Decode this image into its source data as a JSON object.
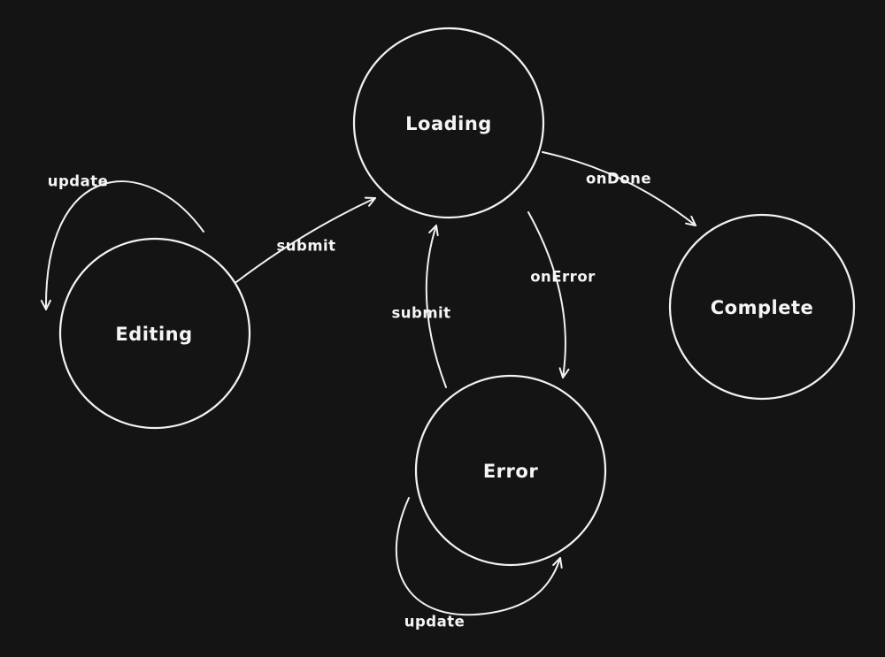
{
  "canvas": {
    "background": "#141414",
    "stroke_color": "#f2f2f2",
    "text_color": "#f5f5f5"
  },
  "diagram": {
    "type": "state-machine",
    "nodes": [
      {
        "id": "editing",
        "label": "Editing"
      },
      {
        "id": "loading",
        "label": "Loading"
      },
      {
        "id": "error",
        "label": "Error"
      },
      {
        "id": "complete",
        "label": "Complete"
      }
    ],
    "edges": [
      {
        "from": "editing",
        "to": "editing",
        "label": "update"
      },
      {
        "from": "editing",
        "to": "loading",
        "label": "submit"
      },
      {
        "from": "loading",
        "to": "complete",
        "label": "onDone"
      },
      {
        "from": "loading",
        "to": "error",
        "label": "onError"
      },
      {
        "from": "error",
        "to": "loading",
        "label": "submit"
      },
      {
        "from": "error",
        "to": "error",
        "label": "update"
      }
    ]
  }
}
